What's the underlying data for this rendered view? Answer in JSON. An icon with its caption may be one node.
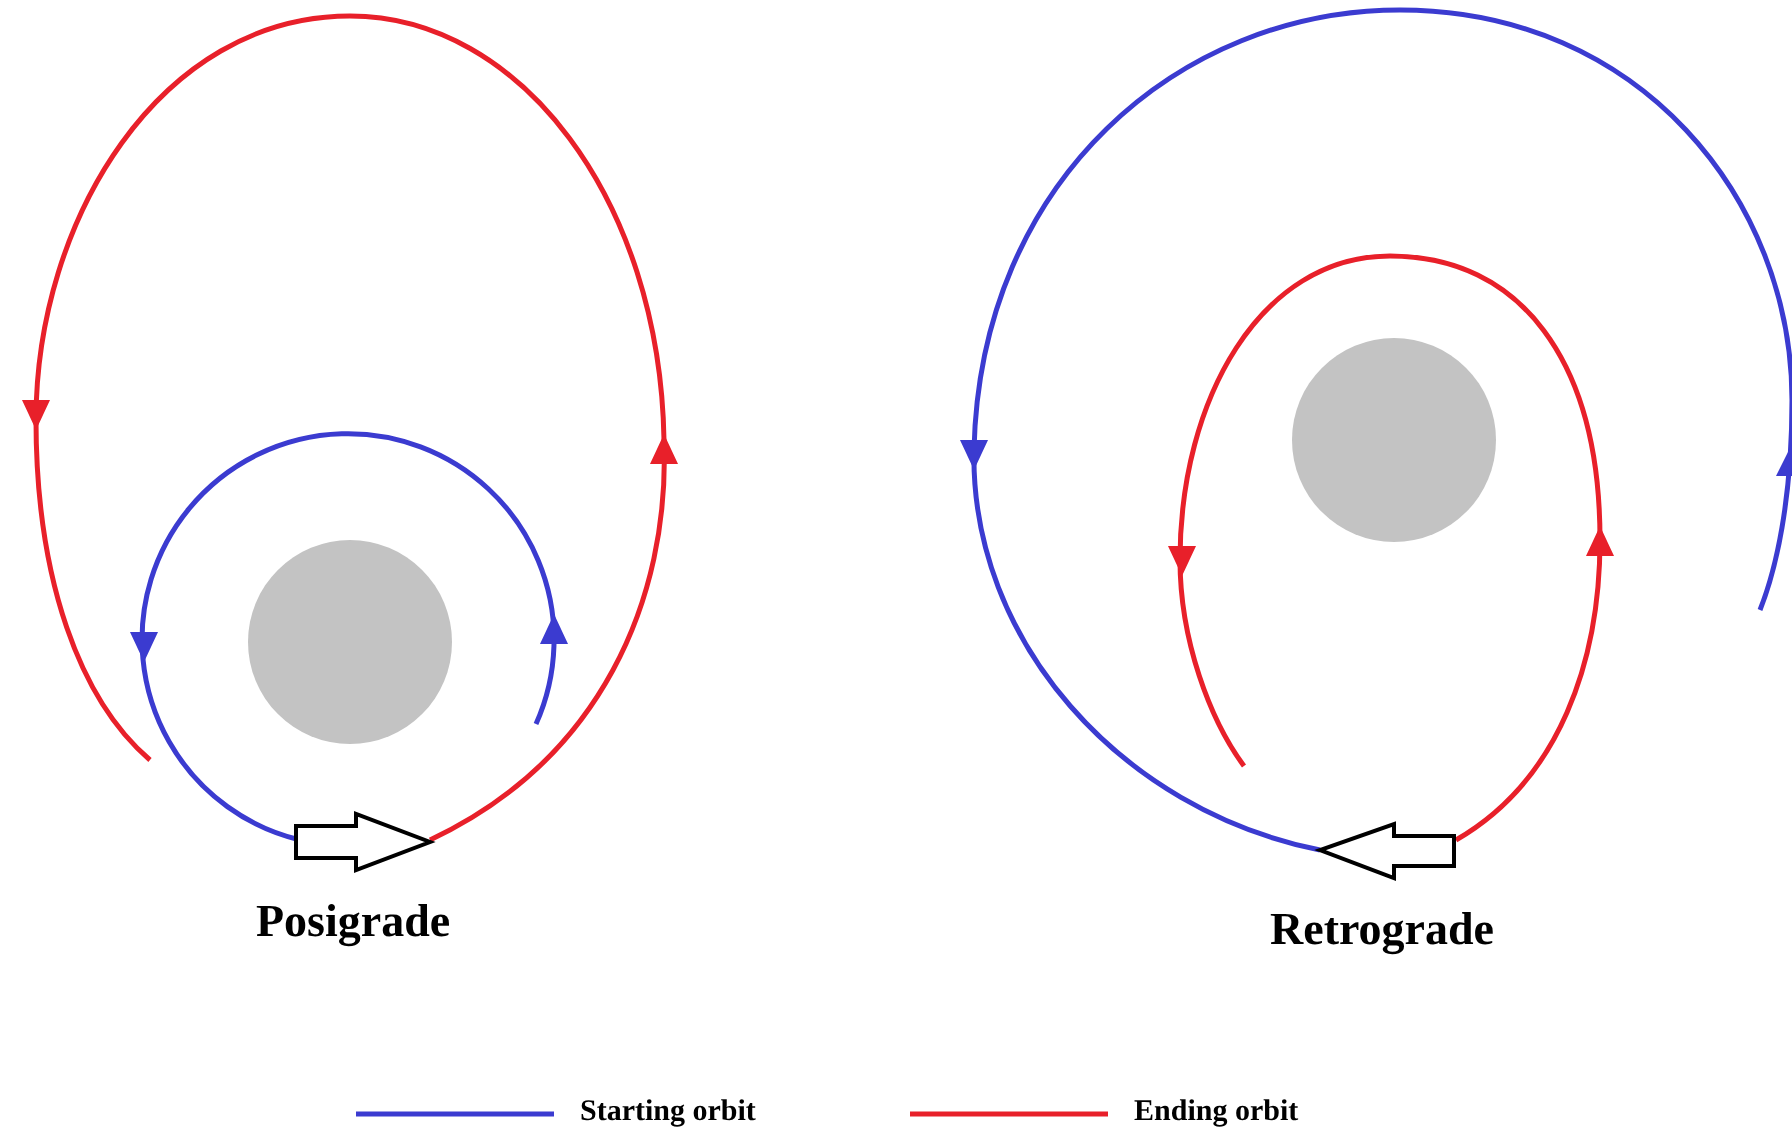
{
  "diagram": {
    "labels": [
      "Posigrade",
      "Retrograde"
    ],
    "legend": [
      {
        "text": "Starting orbit"
      },
      {
        "text": "Ending orbit"
      }
    ]
  }
}
